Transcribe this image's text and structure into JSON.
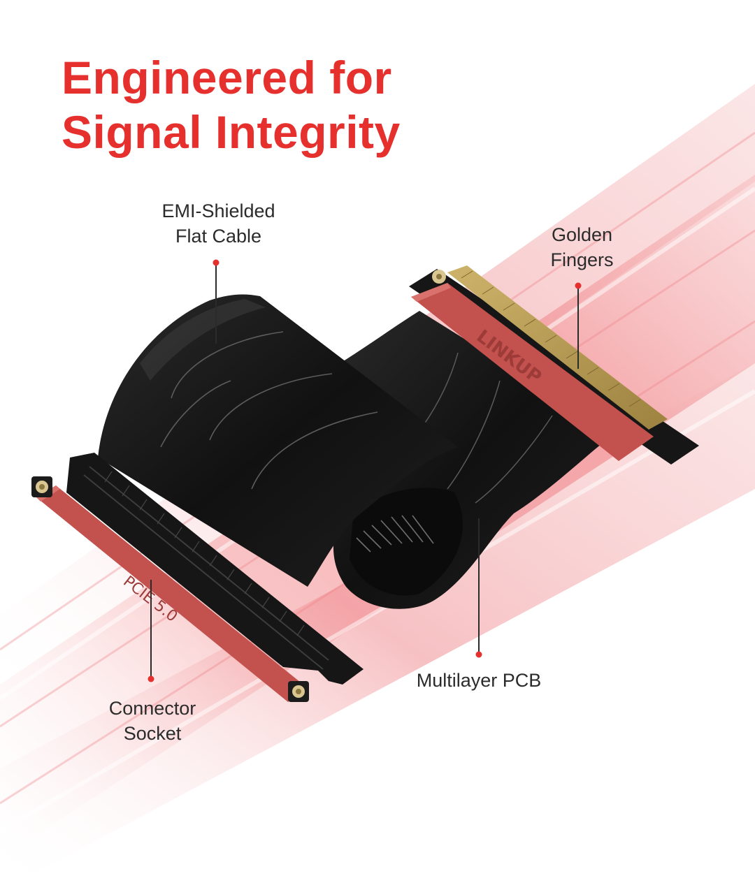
{
  "headline": {
    "line1": "Engineered for",
    "line2": "Signal Integrity"
  },
  "callouts": {
    "emi_shielded_cable": {
      "line1": "EMI-Shielded",
      "line2": "Flat Cable"
    },
    "golden_fingers": {
      "line1": "Golden",
      "line2": "Fingers"
    },
    "connector_socket": {
      "line1": "Connector",
      "line2": "Socket"
    },
    "multilayer_pcb": {
      "line1": "Multilayer PCB"
    }
  },
  "product_markings": {
    "brand": "LINKUP",
    "spec": "PCIE 5.0"
  },
  "colors": {
    "accent_red": "#e5302e",
    "label_text": "#2b2b2b",
    "cable_black": "#141414",
    "connector_red": "#c3524e",
    "gold_pins": "#b89a4e",
    "background_streak": "#f6a9ab"
  },
  "icons": [
    "callout-dot",
    "mounting-screw"
  ]
}
